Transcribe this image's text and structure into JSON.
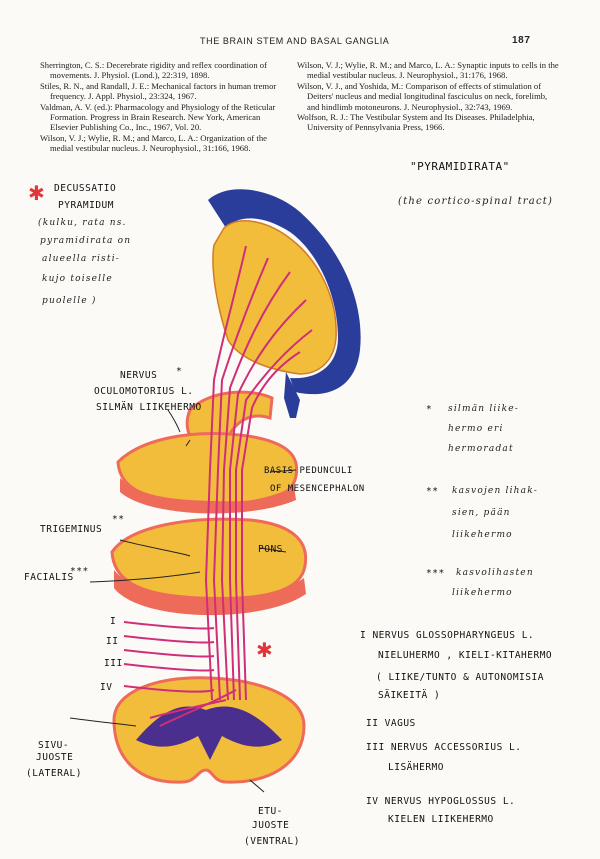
{
  "header": {
    "title": "THE BRAIN STEM AND BASAL GANGLIA",
    "page_number": "187"
  },
  "references_left": [
    "Sherrington, C. S.: Decerebrate rigidity and reflex coordination of movements. J. Physiol. (Lond.), 22:319, 1898.",
    "Stiles, R. N., and Randall, J. E.: Mechanical factors in human tremor frequency. J. Appl. Physiol., 23:324, 1967.",
    "Valdman, A. V. (ed.): Pharmacology and Physiology of the Reticular Formation. Progress in Brain Research. New York, American Elsevier Publishing Co., Inc., 1967, Vol. 20.",
    "Wilson, V. J.; Wylie, R. M.; and Marco, L. A.: Organization of the medial vestibular nucleus. J. Neurophysiol., 31:166, 1968."
  ],
  "references_right": [
    "Wilson, V. J.; Wylie, R. M.; and Marco, L. A.: Synaptic inputs to cells in the medial vestibular nucleus. J. Neurophysiol., 31:176, 1968.",
    "Wilson, V. J., and Yoshida, M.: Comparison of effects of stimulation of Deiters' nucleus and medial longitudinal fasciculus on neck, forelimb, and hindlimb motoneurons. J. Neurophysiol., 32:743, 1969.",
    "Wolfson, R. J.: The Vestibular System and Its Diseases. Philadelphia, University of Pennsylvania Press, 1966."
  ],
  "labels": {
    "decussatio": "DECUSSATIO",
    "pyramidum": "PYRAMIDUM",
    "pyramidirata": "\"PYRAMIDIRATA\"",
    "nervus_ocul_1": "NERVUS",
    "nervus_ocul_2": "OCULOMOTORIUS L.",
    "nervus_ocul_3": "SILMÄN LIIKEHERMO",
    "basis_1": "BASIS PEDUNCULI",
    "basis_2": "OF MESENCEPHALON",
    "trigeminus": "TRIGEMINUS",
    "pons": "PONS",
    "facialis": "FACIALIS",
    "roman_I": "I",
    "roman_II": "II",
    "roman_III": "III",
    "roman_IV": "IV",
    "siivu_1": "SIVU-",
    "siivu_2": "JUOSTE",
    "lateral": "(LATERAL)",
    "etu_1": "ETU-",
    "etu_2": "JUOSTE",
    "ventral": "(VENTRAL)",
    "n_glosso_1": "I  NERVUS  GLOSSOPHARYNGEUS  L.",
    "n_glosso_2": "NIELUHERMO , KIELI-KITAHERMO",
    "n_glosso_3": "( LIIKE/TUNTO  & AUTONOMISIA",
    "n_glosso_4": "SÄIKEITÄ  )",
    "vagus": "II  VAGUS",
    "accessorius_1": "III  NERVUS  ACCESSORIUS  L.",
    "accessorius_2": "LISÄHERMO",
    "hypoglossus_1": "IV  NERVUS  HYPOGLOSSUS  L.",
    "hypoglossus_2": "KIELEN  LIIKEHERMO"
  },
  "star_marks": {
    "one": "*",
    "two": "**",
    "three": "***"
  },
  "scribbles": {
    "s1": "(kulku, rata ns.",
    "s2": "pyramidirata on",
    "s3": "alueella risti-",
    "s4": "kujo toiselle",
    "s5": "puolelle )",
    "s6": "(the cortico-spinal tract)",
    "s7": "silmän liike-",
    "s8": "hermo eri",
    "s9": "hermoradat",
    "s10": "kasvojen lihak-",
    "s11": "sien, pään",
    "s12": "liikehermo",
    "s13": "kasvolihasten",
    "s14": "liikehermo"
  },
  "colors": {
    "cortex_blue": "#2a3d9a",
    "nucleus_yellow": "#f3bd3c",
    "tract_pink": "#cf2f78",
    "edge_red": "#ee6b5a",
    "gray_purple": "#4b2f8e",
    "star_red": "#e0363a"
  }
}
